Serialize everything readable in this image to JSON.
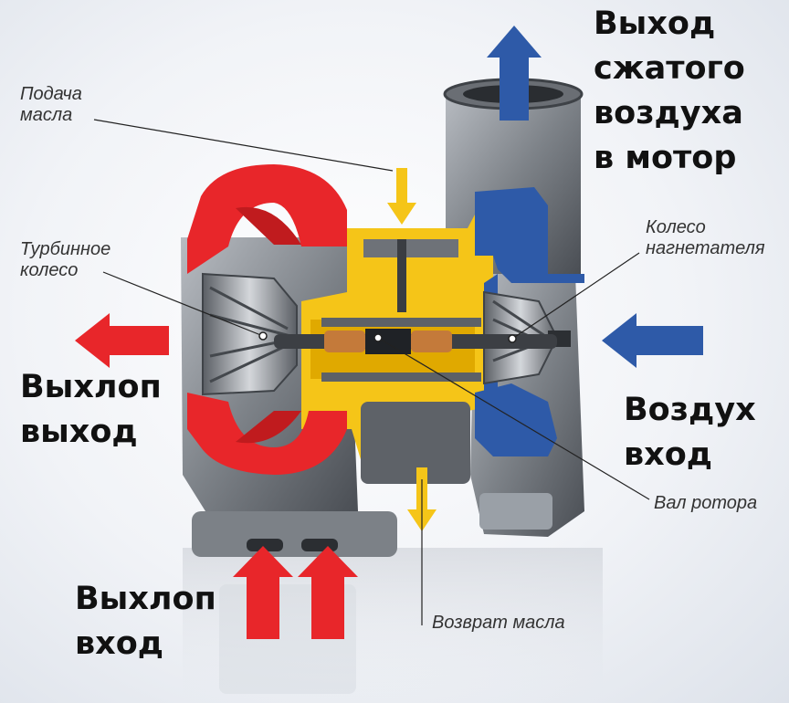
{
  "labels": {
    "compressed_out": [
      "Выход",
      "сжатого",
      "воздуха",
      "в мотор"
    ],
    "exhaust_out": [
      "Выхлоп",
      "выход"
    ],
    "air_in": [
      "Воздух",
      "вход"
    ],
    "exhaust_in": [
      "Выхлоп",
      "вход"
    ],
    "oil_feed": [
      "Подача",
      "масла"
    ],
    "turbine_wheel": [
      "Турбинное",
      "колесо"
    ],
    "compressor_wheel": [
      "Колесо",
      "нагнетателя"
    ],
    "rotor_shaft": "Вал ротора",
    "oil_return": "Возврат масла"
  },
  "colors": {
    "exhaust": "#e8262a",
    "compressor": "#2e5aa8",
    "oil": "#f5c518",
    "metal": "#8a8f96",
    "dark_metal": "#4e5258"
  }
}
